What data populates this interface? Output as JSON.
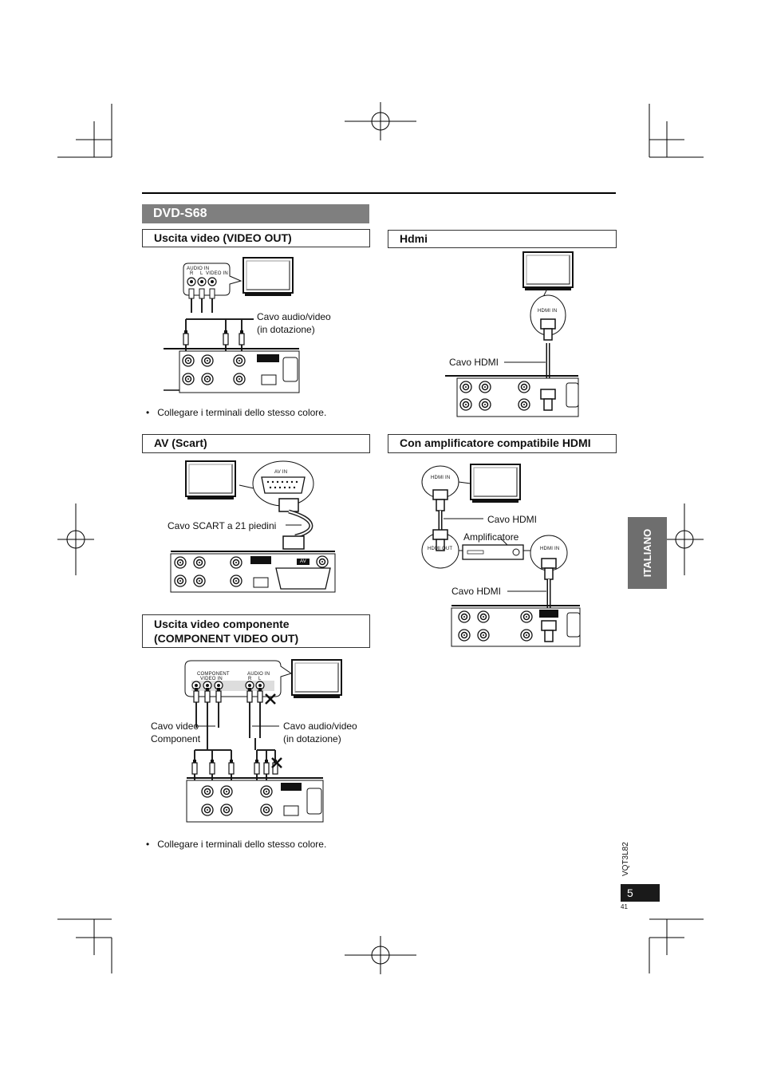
{
  "header": {
    "model": "DVD-S68"
  },
  "sections": {
    "video_out": {
      "title": "Uscita video (VIDEO OUT)",
      "cable_line1": "Cavo audio/video",
      "cable_line2": "(in dotazione)",
      "tv_audio_in": "AUDIO IN",
      "tv_r": "R",
      "tv_l": "L",
      "tv_video_in": "VIDEO IN",
      "note": "Collegare i terminali dello stesso colore."
    },
    "hdmi": {
      "title": "Hdmi",
      "hdmi_in": "HDMI IN",
      "cable": "Cavo HDMI"
    },
    "scart": {
      "title": "AV (Scart)",
      "av_in": "AV IN",
      "cable": "Cavo SCART a 21 piedini",
      "av": "AV"
    },
    "amp": {
      "title": "Con amplificatore compatibile HDMI",
      "hdmi_in_tv": "HDMI IN",
      "hdmi_out": "HDMI OUT",
      "hdmi_in_amp": "HDMI IN",
      "cable_upper": "Cavo HDMI",
      "amplifier": "Amplificatore",
      "cable_lower": "Cavo HDMI"
    },
    "component": {
      "title_line1": "Uscita video componente",
      "title_line2": "(COMPONENT VIDEO OUT)",
      "comp_in_line1": "COMPONENT",
      "comp_in_line2": "VIDEO IN",
      "audio_in": "AUDIO IN",
      "r": "R",
      "l": "L",
      "cable_comp_line1": "Cavo video",
      "cable_comp_line2": "Component",
      "cable_av_line1": "Cavo audio/video",
      "cable_av_line2": "(in dotazione)",
      "note": "Collegare i terminali dello stesso colore."
    }
  },
  "sidebar": {
    "language_tab": "ITALIANO"
  },
  "footer": {
    "doc_code": "VQT3L82",
    "page_number": "5",
    "sheet_number": "41"
  },
  "colors": {
    "band": "#7f7f7f",
    "tab": "#6e6e6e",
    "page_box": "#1a1a1a",
    "cable": "#222222"
  }
}
